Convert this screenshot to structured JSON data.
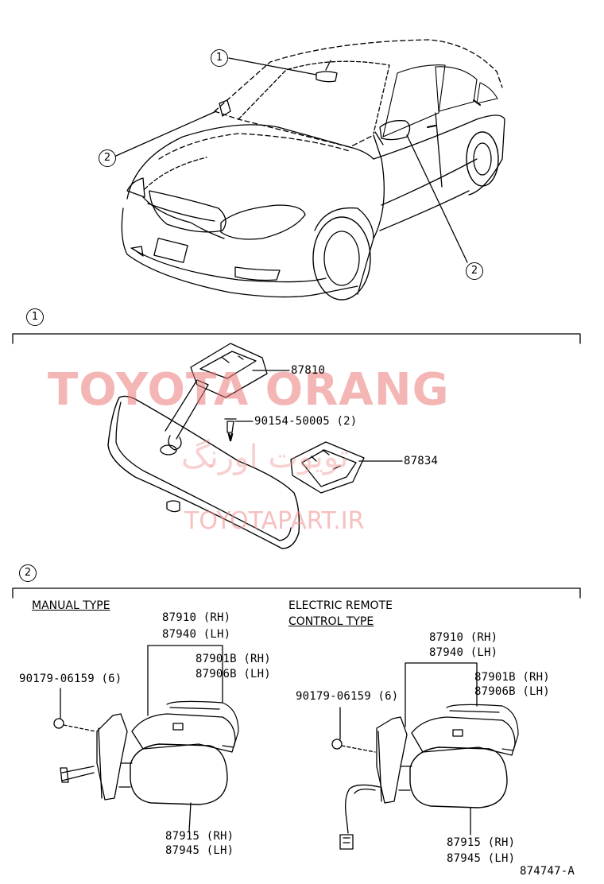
{
  "callouts": {
    "one": "1",
    "two": "2"
  },
  "watermark": {
    "brand": "TOYOTA ORANG",
    "brand_fa": "تویوت اورنگ",
    "url": "TOYOTAPART.IR"
  },
  "section1": {
    "parts": {
      "mirror_base": "87810",
      "screw": "90154-50005 (2)",
      "cover": "87834"
    }
  },
  "section2": {
    "manual": {
      "title": "MANUAL TYPE",
      "assy_rh": "87910 (RH)",
      "assy_lh": "87940 (LH)",
      "cover_rh": "87901B (RH)",
      "cover_lh": "87906B (LH)",
      "screw": "90179-06159 (6)",
      "glass_rh": "87915 (RH)",
      "glass_lh": "87945 (LH)"
    },
    "electric": {
      "title_line1": "ELECTRIC REMOTE",
      "title_line2": "CONTROL TYPE",
      "assy_rh": "87910 (RH)",
      "assy_lh": "87940 (LH)",
      "cover_rh": "87901B (RH)",
      "cover_lh": "87906B (LH)",
      "screw": "90179-06159 (6)",
      "glass_rh": "87915 (RH)",
      "glass_lh": "87945 (LH)"
    }
  },
  "figure_number": "874747-A"
}
